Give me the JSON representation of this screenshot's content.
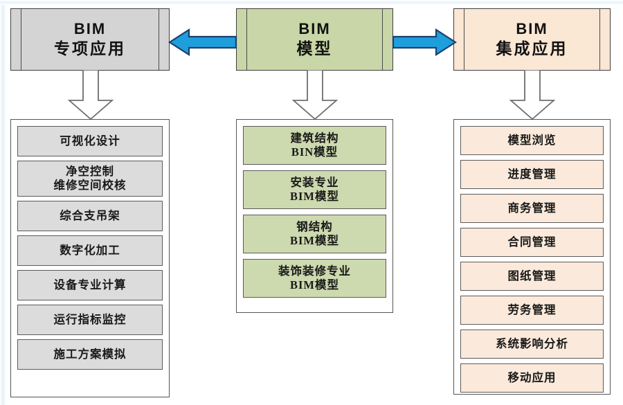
{
  "diagram": {
    "title_implicit": "BIM应用体系架构图",
    "colors": {
      "gray_header": "#d4d4d4",
      "green_header": "#c9d6a7",
      "peach_header": "#fae7d4",
      "gray_item": "#dcdcdc",
      "green_item": "#cdd9ae",
      "peach_item": "#fbeadb",
      "arrow_blue": "#1e9fdc",
      "arrow_blue_outline": "#1c3f6e",
      "outline_gray": "#555555"
    },
    "columns": [
      {
        "id": "left",
        "header": {
          "line1": "BIM",
          "line2": "专项应用"
        },
        "items": [
          {
            "lines": [
              "可视化设计"
            ]
          },
          {
            "lines": [
              "净空控制",
              "维修空间校核"
            ]
          },
          {
            "lines": [
              "综合支吊架"
            ]
          },
          {
            "lines": [
              "数字化加工"
            ]
          },
          {
            "lines": [
              "设备专业计算"
            ]
          },
          {
            "lines": [
              "运行指标监控"
            ]
          },
          {
            "lines": [
              "施工方案模拟"
            ]
          }
        ]
      },
      {
        "id": "mid",
        "header": {
          "line1": "BIM",
          "line2": "模型"
        },
        "items": [
          {
            "lines": [
              "建筑结构",
              "BIN模型"
            ]
          },
          {
            "lines": [
              "安装专业",
              "BIM模型"
            ]
          },
          {
            "lines": [
              "钢结构",
              "BIM模型"
            ]
          },
          {
            "lines": [
              "装饰装修专业",
              "BIM模型"
            ]
          }
        ]
      },
      {
        "id": "right",
        "header": {
          "line1": "BIM",
          "line2": "集成应用"
        },
        "items": [
          {
            "lines": [
              "模型浏览"
            ]
          },
          {
            "lines": [
              "进度管理"
            ]
          },
          {
            "lines": [
              "商务管理"
            ]
          },
          {
            "lines": [
              "合同管理"
            ]
          },
          {
            "lines": [
              "图纸管理"
            ]
          },
          {
            "lines": [
              "劳务管理"
            ]
          },
          {
            "lines": [
              "系统影响分析"
            ]
          },
          {
            "lines": [
              "移动应用"
            ]
          }
        ]
      }
    ],
    "connectors": [
      {
        "name": "arrow-model-to-special",
        "direction": "left",
        "style": "blue-block-arrow"
      },
      {
        "name": "arrow-model-to-integrated",
        "direction": "right",
        "style": "blue-block-arrow"
      },
      {
        "name": "arrow-special-down",
        "direction": "down",
        "style": "hollow-block-arrow"
      },
      {
        "name": "arrow-model-down",
        "direction": "down",
        "style": "hollow-block-arrow"
      },
      {
        "name": "arrow-integrated-down",
        "direction": "down",
        "style": "hollow-block-arrow"
      }
    ]
  }
}
